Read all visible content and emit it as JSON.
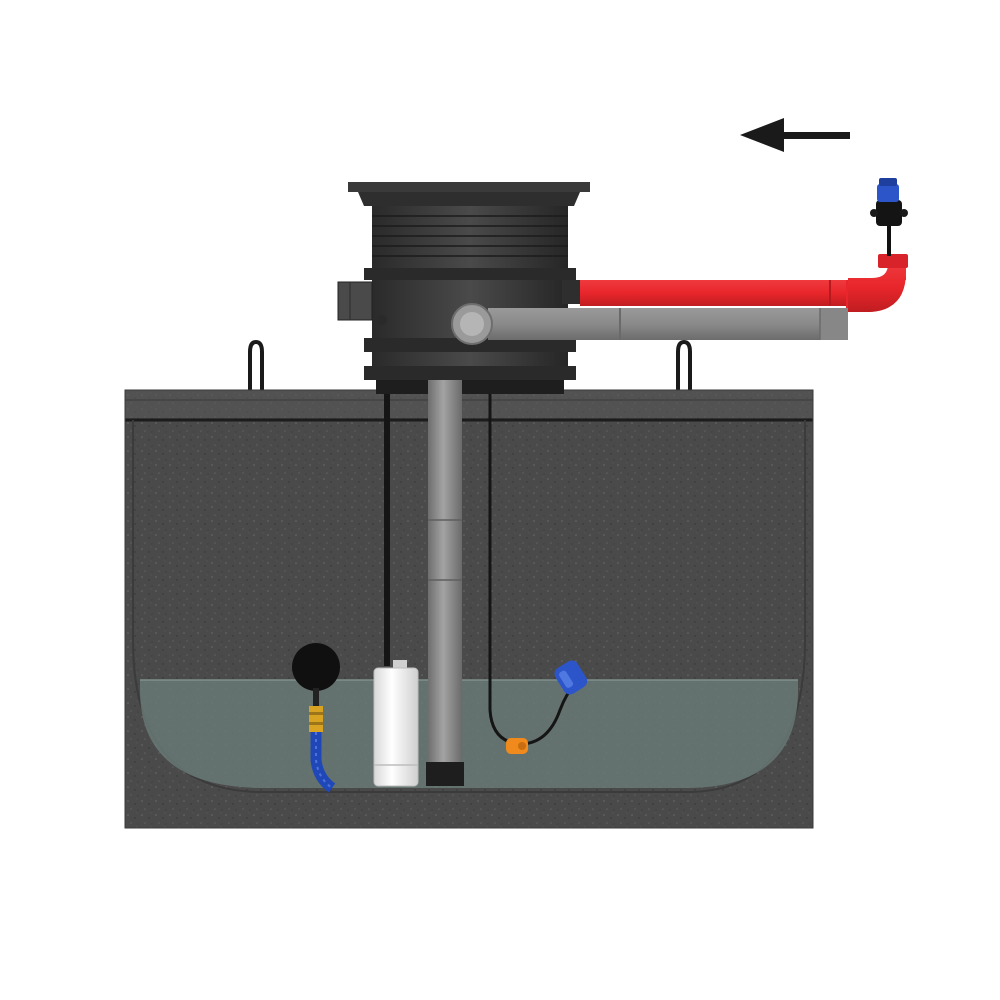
{
  "diagram": {
    "components": [
      {
        "id": "flow-arrow",
        "direction": "left"
      },
      {
        "id": "tank",
        "material": "concrete"
      },
      {
        "id": "lifting-hooks",
        "count": 2
      },
      {
        "id": "access-riser",
        "color": "#3a3a3a"
      },
      {
        "id": "discharge-pipe",
        "color": "#e8262b"
      },
      {
        "id": "inlet-pipe",
        "color": "#8c8c8c"
      },
      {
        "id": "check-valve",
        "color": "#1f4fbf"
      },
      {
        "id": "submersible-pump",
        "color": "#f2f2f2"
      },
      {
        "id": "float-ball",
        "color": "#111111"
      },
      {
        "id": "float-switch",
        "color": "#1f4fbf"
      },
      {
        "id": "cable-weight",
        "color": "#f08a1c"
      },
      {
        "id": "suction-hose",
        "color": "#1f4fbf"
      },
      {
        "id": "riser-pipe",
        "color": "#8c8c8c"
      },
      {
        "id": "water-level",
        "color": "#5e6e6b"
      }
    ],
    "colors": {
      "concrete": "#4a4a4a",
      "concrete_top": "#555555",
      "water": "#607270",
      "riser_dark": "#2e2e2e",
      "pipe_red": "#e8262b",
      "pipe_red_dark": "#b51a1f",
      "pipe_grey": "#8f8f8f",
      "pipe_grey_dark": "#6e6e6e",
      "valve_blue": "#2c55c9",
      "hose_blue": "#1f47b8",
      "orange": "#f08a1c",
      "arrow": "#1a1a1a"
    }
  }
}
